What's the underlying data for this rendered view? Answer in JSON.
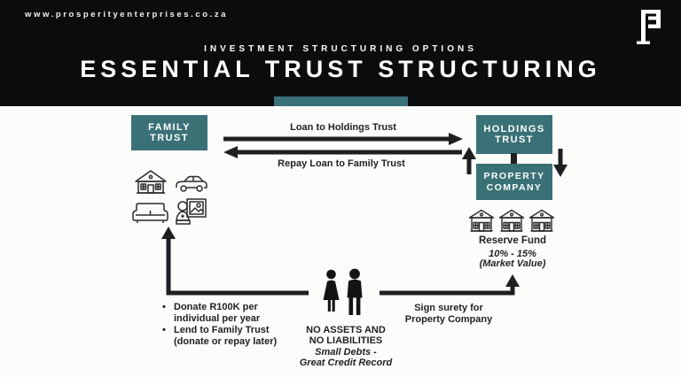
{
  "header": {
    "website": "www.prosperityenterprises.co.za",
    "eyebrow": "INVESTMENT STRUCTURING OPTIONS",
    "title": "ESSENTIAL TRUST STRUCTURING",
    "logo_icon": "pe-monogram"
  },
  "colors": {
    "teal": "#3A7176",
    "banner_black": "#0B0C0E",
    "ink": "#231F20",
    "paper": "#FCFCFB"
  },
  "diagram": {
    "bullet_char": "•",
    "boxes": {
      "family_trust": {
        "line1": "FAMILY",
        "line2": "TRUST"
      },
      "holdings_trust": {
        "line1": "HOLDINGS",
        "line2": "TRUST"
      },
      "property_company": {
        "line1": "PROPERTY",
        "line2": "COMPANY"
      }
    },
    "flows": {
      "loan_label": "Loan to Holdings Trust",
      "repay_label": "Repay Loan to Family Trust"
    },
    "family_assets_icons": [
      "house",
      "car",
      "sofa",
      "art-bust"
    ],
    "reserve": {
      "icons": [
        "storefront",
        "storefront",
        "storefront"
      ],
      "title": "Reserve Fund",
      "range": "10% - 15%",
      "note": "(Market Value)"
    },
    "donor_bullets": [
      {
        "line1": "Donate R100K per",
        "line2": "individual per year"
      },
      {
        "line1": "Lend to Family Trust",
        "line2": "(donate or repay later)"
      }
    ],
    "surety": {
      "line1": "Sign surety for",
      "line2": "Property Company"
    },
    "individuals": {
      "icon": "man-woman-silhouette",
      "line1": "NO ASSETS AND",
      "line2": "NO LIABILITIES",
      "line3": "Small Debts -",
      "line4": "Great Credit Record"
    }
  }
}
